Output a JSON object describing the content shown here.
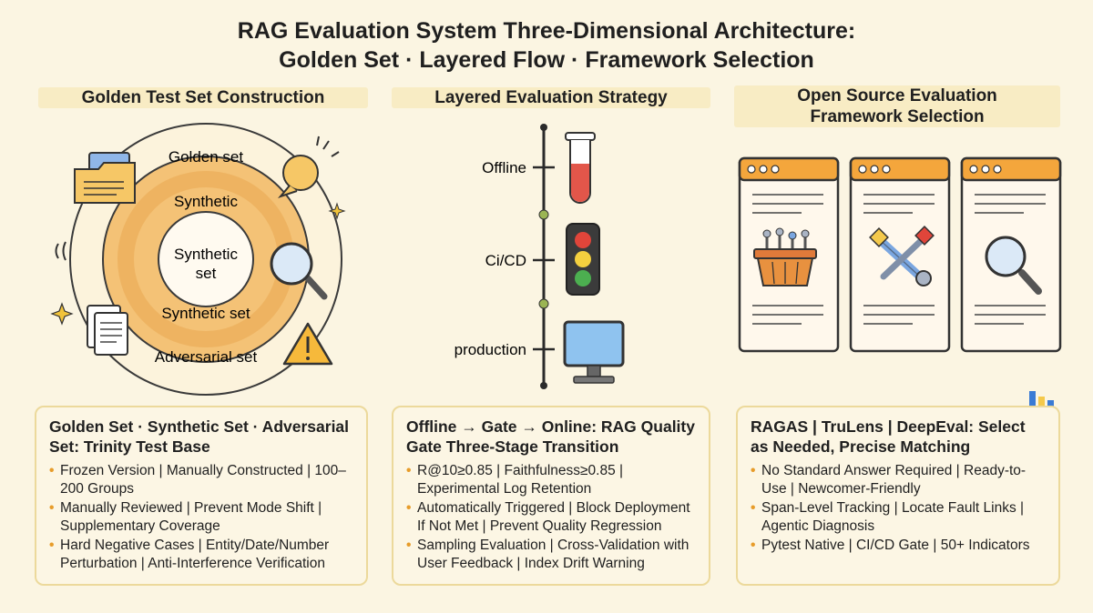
{
  "title": {
    "line1": "RAG Evaluation System Three-Dimensional Architecture:",
    "line2": "Golden Set · Layered Flow · Framework Selection"
  },
  "columns": {
    "golden": {
      "header": "Golden Test Set Construction",
      "rings": {
        "outer_top": "Golden set",
        "mid_top": "Synthetic",
        "center_line1": "Synthetic",
        "center_line2": "set",
        "mid_bottom": "Synthetic set",
        "outer_bottom": "Adversarial set"
      },
      "panel_title": "Golden Set · Synthetic Set · Adversarial Set: Trinity Test Base",
      "bullets": [
        "Frozen Version | Manually Constructed | 100–200 Groups",
        "Manually Reviewed | Prevent Mode Shift | Supplementary Coverage",
        "Hard Negative Cases | Entity/Date/Number Perturbation | Anti-Interference Verification"
      ]
    },
    "layered": {
      "header": "Layered Evaluation Strategy",
      "stages": [
        "Offline",
        "Ci/CD",
        "production"
      ],
      "panel_title": "Offline → Gate → Online: RAG Quality Gate Three-Stage Transition",
      "bullets": [
        "R@10≥0.85 | Faithfulness≥0.85 | Experimental Log Retention",
        "Automatically Triggered | Block Deployment If Not Met | Prevent Quality Regression",
        "Sampling Evaluation | Cross-Validation with User Feedback | Index Drift Warning"
      ]
    },
    "framework": {
      "header_line1": "Open Source Evaluation",
      "header_line2": "Framework Selection",
      "panel_title": "RAGAS | TruLens | DeepEval: Select as Needed, Precise Matching",
      "bullets": [
        "No Standard Answer Required | Ready-to-Use | Newcomer-Friendly",
        "Span-Level Tracking | Locate Fault Links | Agentic Diagnosis",
        "Pytest Native | CI/CD Gate | 50+ Indicators"
      ]
    }
  },
  "colors": {
    "background": "#fbf5e2",
    "accent_orange": "#f2b95a",
    "accent_yellow": "#f8ecc4",
    "panel_border": "#ecd99b",
    "blue": "#3a7bd5",
    "red": "#e0453a",
    "green": "#4caf50"
  },
  "icons": [
    "folder-icon",
    "document-icon",
    "speech-bubble-icon",
    "magnifier-icon",
    "warning-icon",
    "test-tube-icon",
    "traffic-light-icon",
    "monitor-icon",
    "basket-icon",
    "tools-icon",
    "browser-window-icon",
    "logo-glyph-icon"
  ]
}
